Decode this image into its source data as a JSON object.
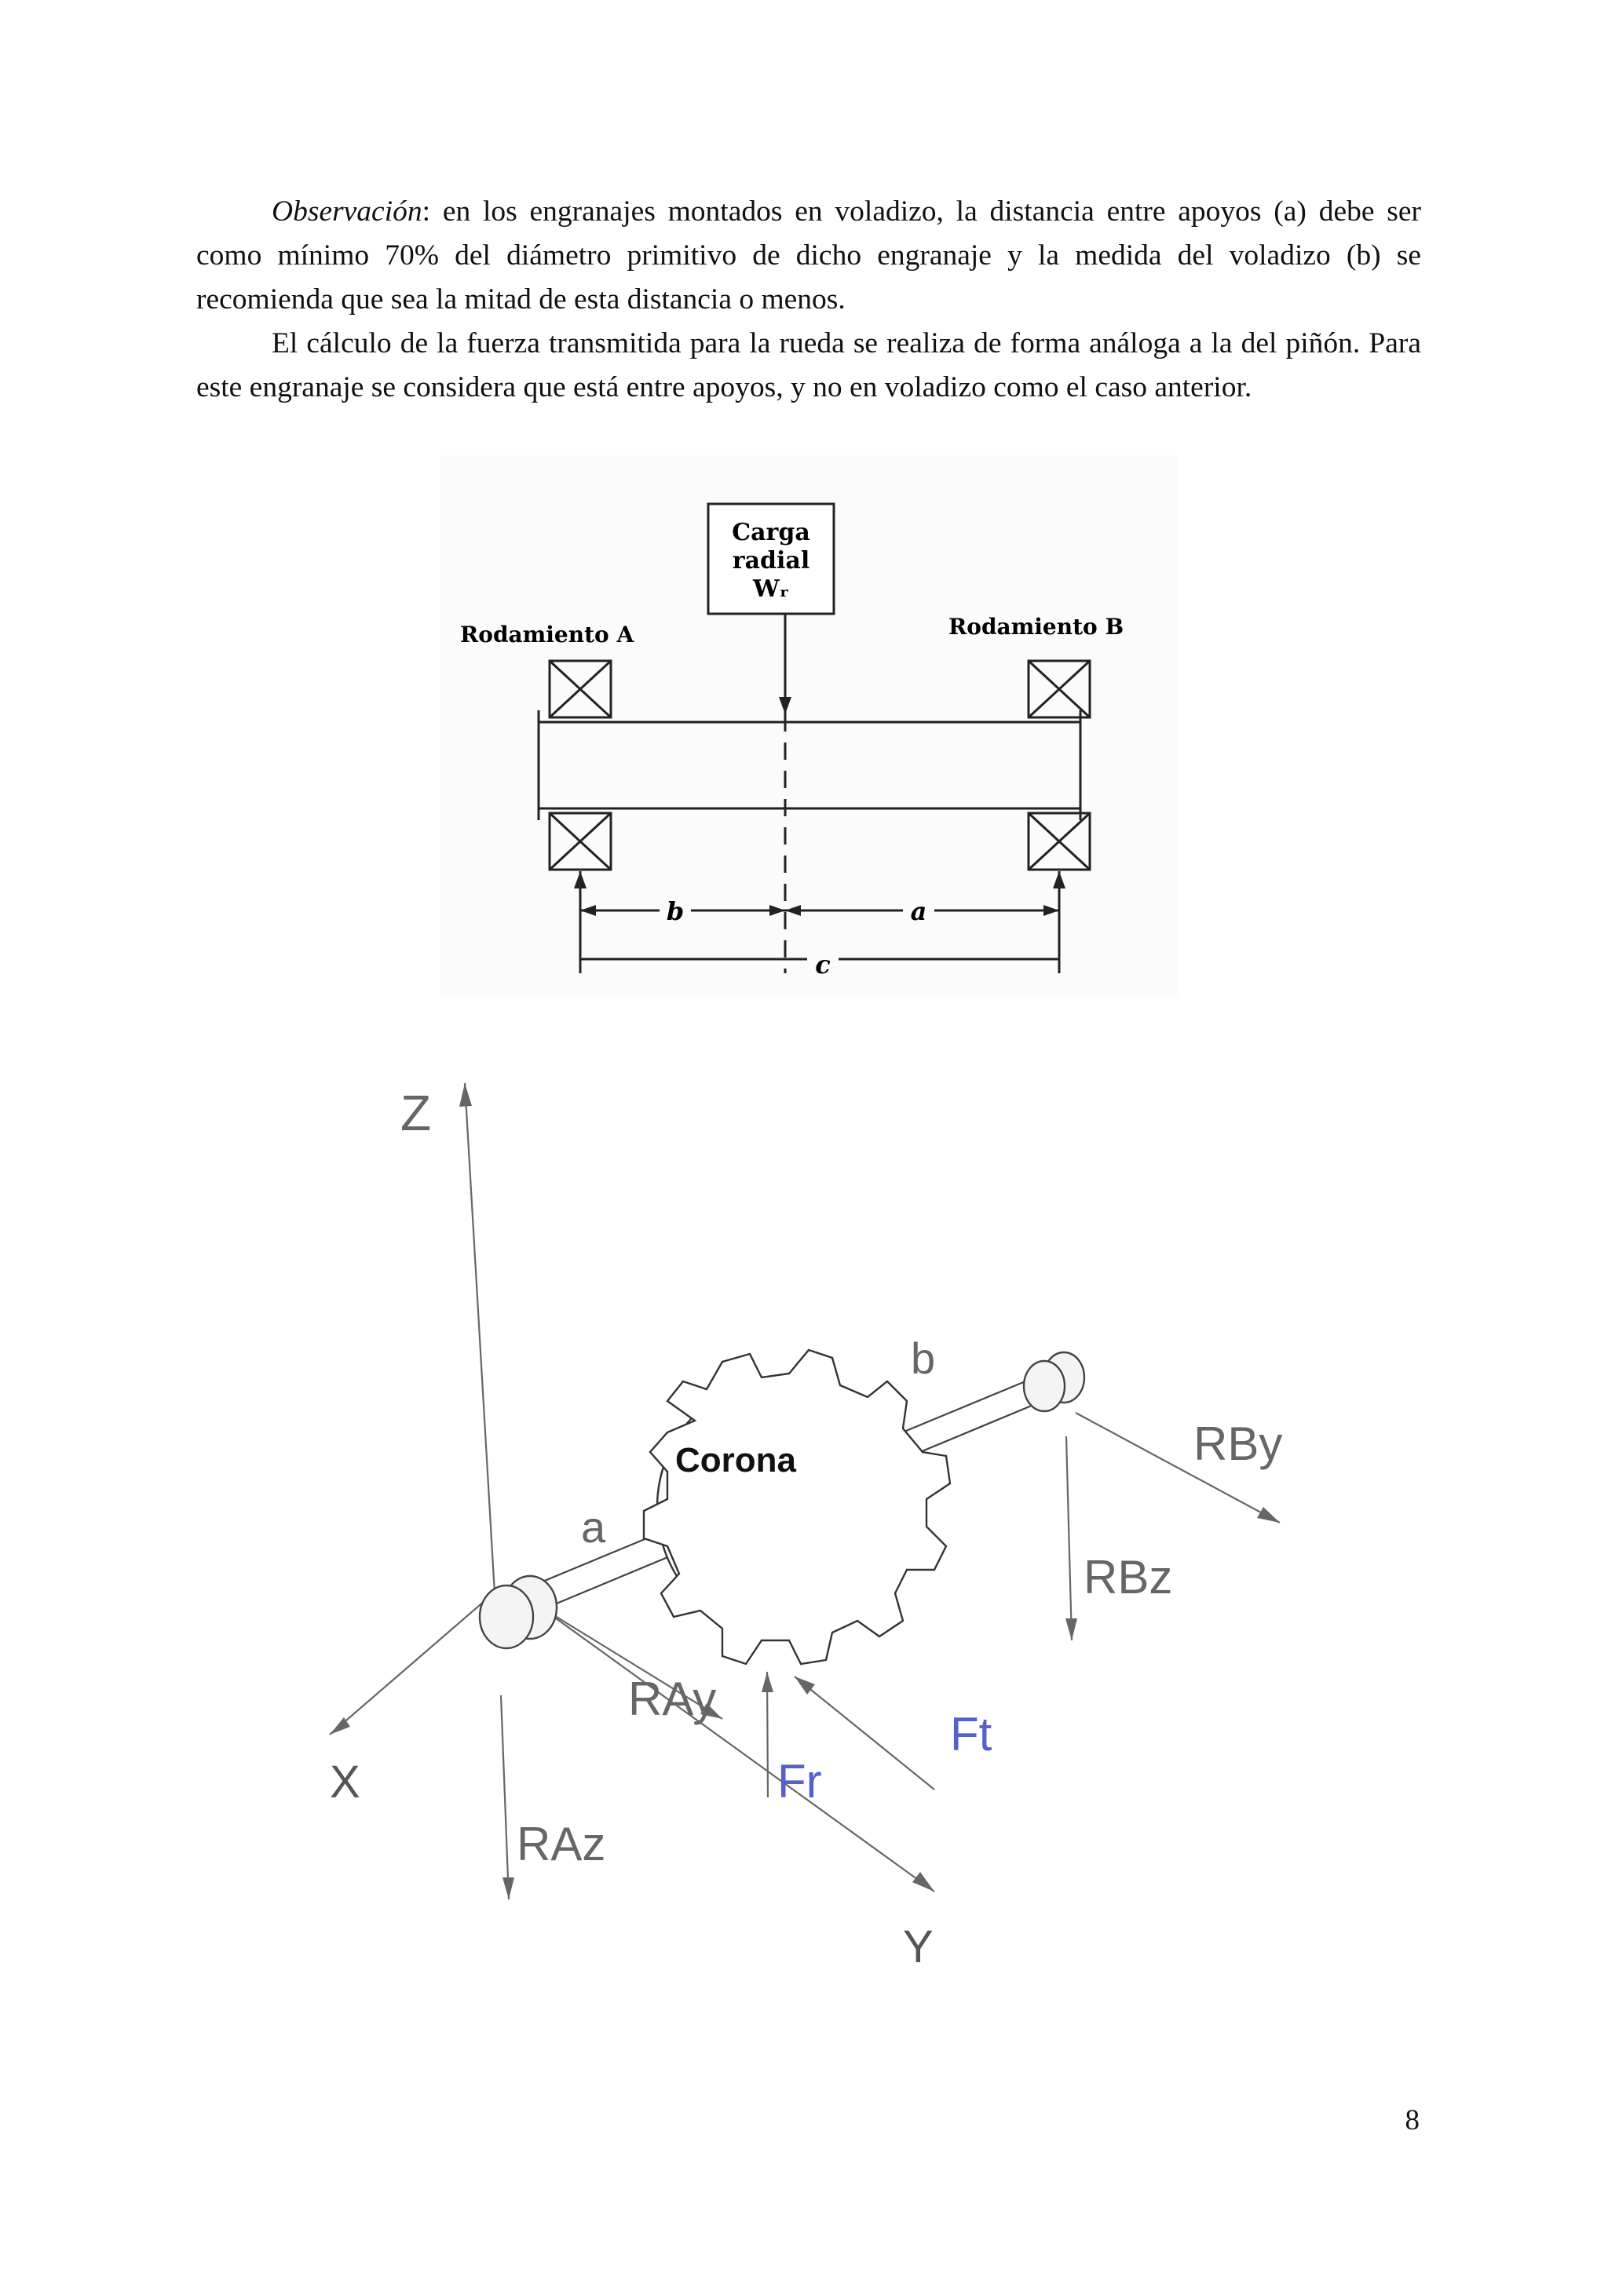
{
  "text": {
    "p1_label": "Observación",
    "p1_body": ": en los engranajes montados en voladizo, la distancia entre apoyos (a) debe ser como mínimo 70% del diámetro primitivo de dicho engranaje y la medida del voladizo (b) se recomienda que sea la mitad de esta distancia o menos.",
    "p2": "El cálculo de la fuerza transmitida para la rueda se realiza de forma análoga a la del piñón. Para este engranaje se considera que está entre apoyos, y no en voladizo como el caso anterior."
  },
  "figure1": {
    "load_line1": "Carga",
    "load_line2": "radial",
    "load_line3": "Wᵣ",
    "bearing_a": "Rodamiento A",
    "bearing_b": "Rodamiento B",
    "dim_b": "b",
    "dim_a": "a",
    "dim_c": "c"
  },
  "figure2": {
    "axis_z": "Z",
    "axis_x": "X",
    "axis_y": "Y",
    "gear": "Corona",
    "seg_a": "a",
    "seg_b": "b",
    "rby": "RBy",
    "rbz": "RBz",
    "ray": "RAy",
    "raz": "RAz",
    "fr": "Fr",
    "ft": "Ft",
    "force_color": "#5560c8"
  },
  "page_number": "8"
}
